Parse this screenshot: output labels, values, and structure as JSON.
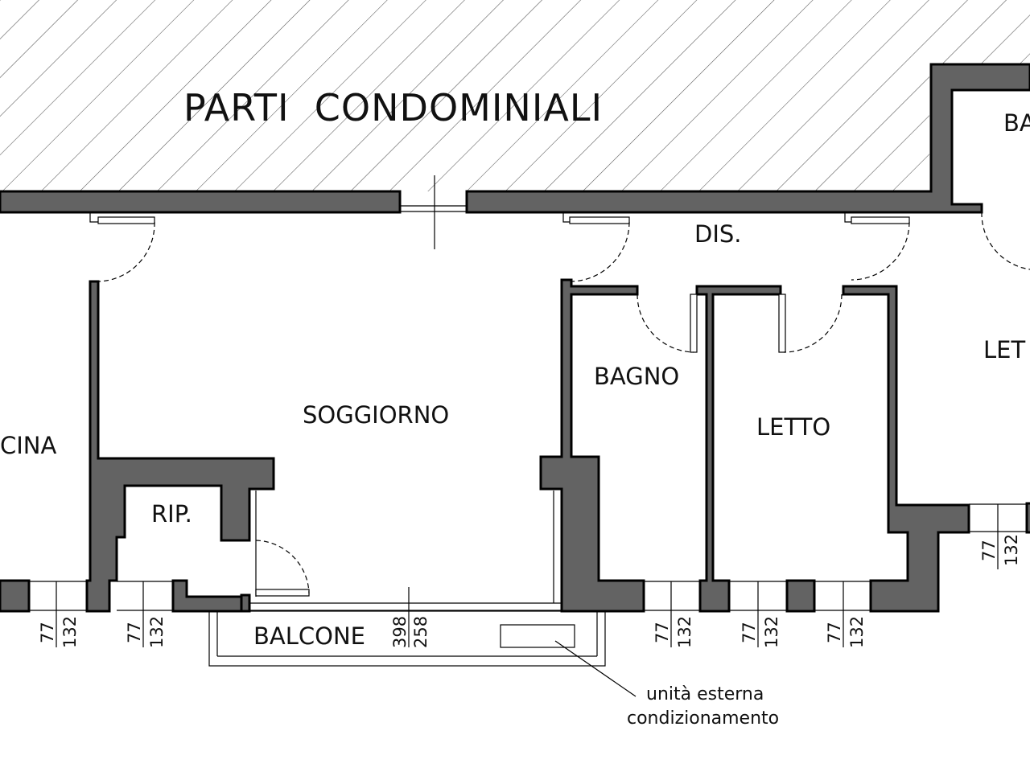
{
  "plan": {
    "common_area": "PARTI  CONDOMINIALI",
    "rooms": {
      "bagno_top": "BA",
      "dis": "DIS.",
      "letto_right": "LET",
      "bagno": "BAGNO",
      "soggiorno": "SOGGIORNO",
      "letto": "LETTO",
      "cucina": "CINA",
      "rip": "RIP.",
      "balcone": "BALCONE"
    },
    "dimensions": {
      "window_width": "77",
      "window_height": "132",
      "balcony_width": "398",
      "balcony_height": "258"
    },
    "note": {
      "line1": "unità esterna",
      "line2": "condizionamento"
    },
    "colors": {
      "wall": "#636363",
      "line": "#000000",
      "background": "#ffffff"
    }
  }
}
